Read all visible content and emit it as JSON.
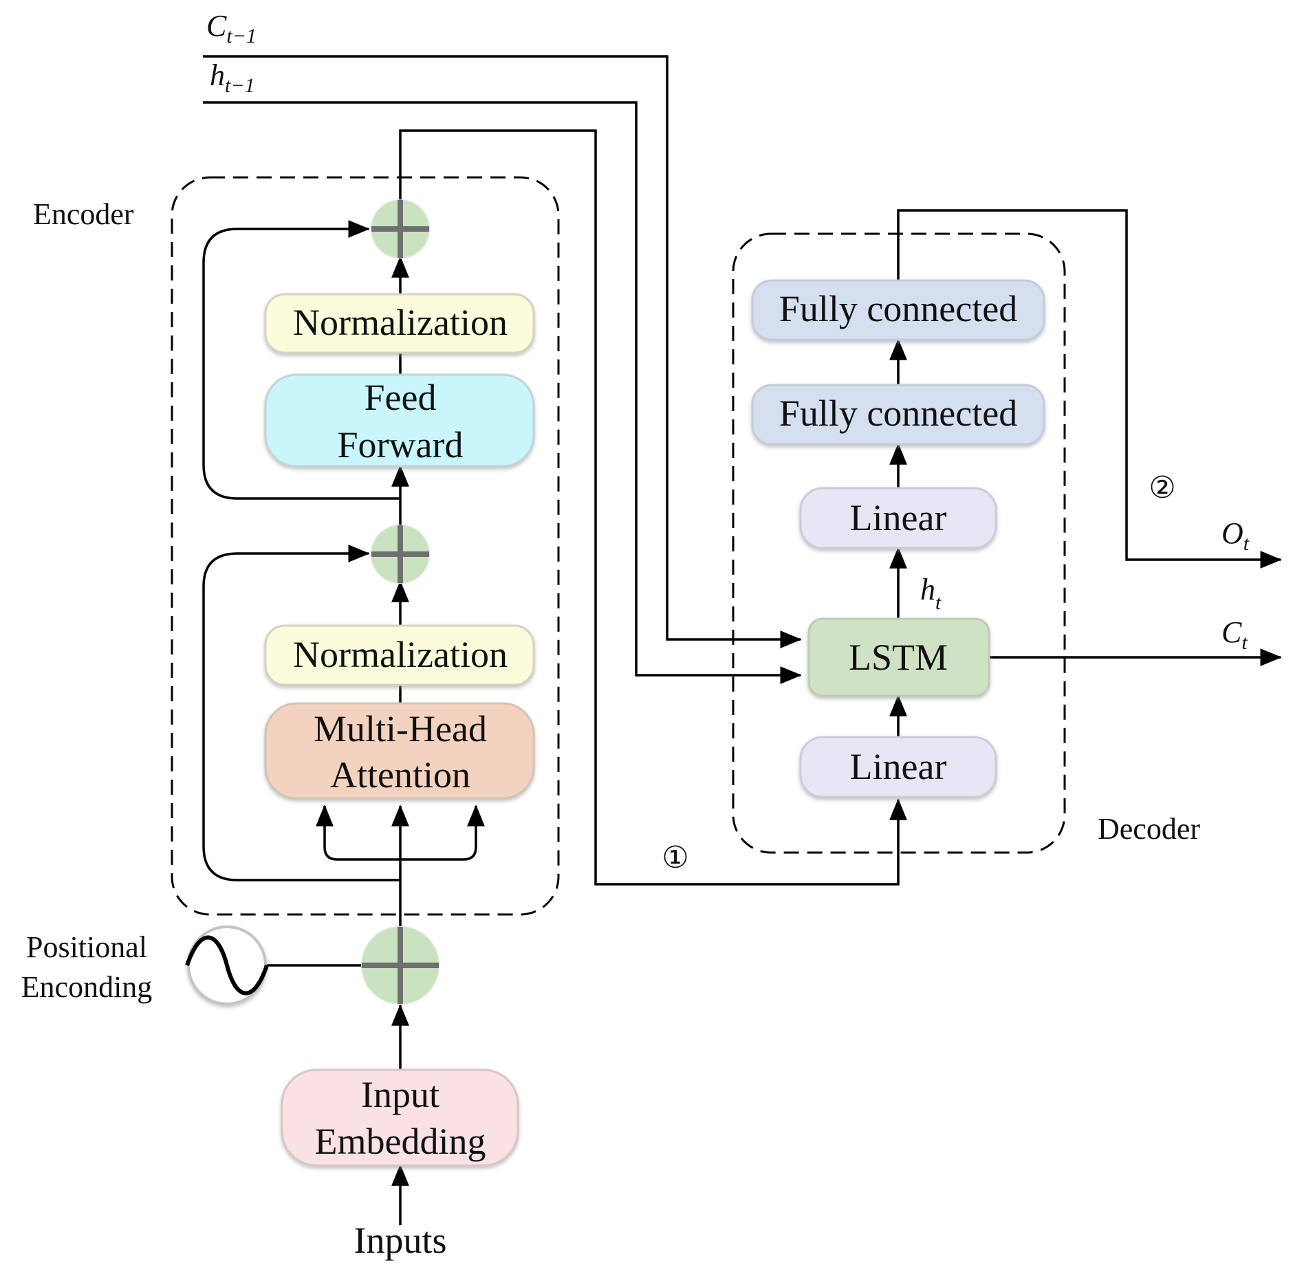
{
  "encoder": {
    "label": "Encoder",
    "normalization_top": "Normalization",
    "feed_forward": [
      "Feed",
      "Forward"
    ],
    "normalization_bottom": "Normalization",
    "attention": [
      "Multi-Head",
      "Attention"
    ]
  },
  "inputs": {
    "positional_encoding": [
      "Positional",
      "Enconding"
    ],
    "input_embedding": [
      "Input",
      "Embedding"
    ],
    "inputs_label": "Inputs"
  },
  "decoder": {
    "label": "Decoder",
    "fc_top": "Fully connected",
    "fc_bottom": "Fully connected",
    "linear_top": "Linear",
    "lstm": "LSTM",
    "linear_bottom": "Linear"
  },
  "signals": {
    "c_prev": {
      "base": "C",
      "sub": "t−1"
    },
    "h_prev": {
      "base": "h",
      "sub": "t−1"
    },
    "h_t": {
      "base": "h",
      "sub": "t"
    },
    "o_t": {
      "base": "O",
      "sub": "t"
    },
    "c_t": {
      "base": "C",
      "sub": "t"
    },
    "marker_1": "①",
    "marker_2": "②"
  },
  "colors": {
    "normalization": "#fbfcdb",
    "feed_forward": "#c8f6fb",
    "attention": "#f3d3bf",
    "input_embedding": "#f9e1e4",
    "fully_connected": "#d4dff0",
    "linear": "#e8e6f5",
    "lstm": "#cfe2c5",
    "adder": "#c9e2c0"
  }
}
